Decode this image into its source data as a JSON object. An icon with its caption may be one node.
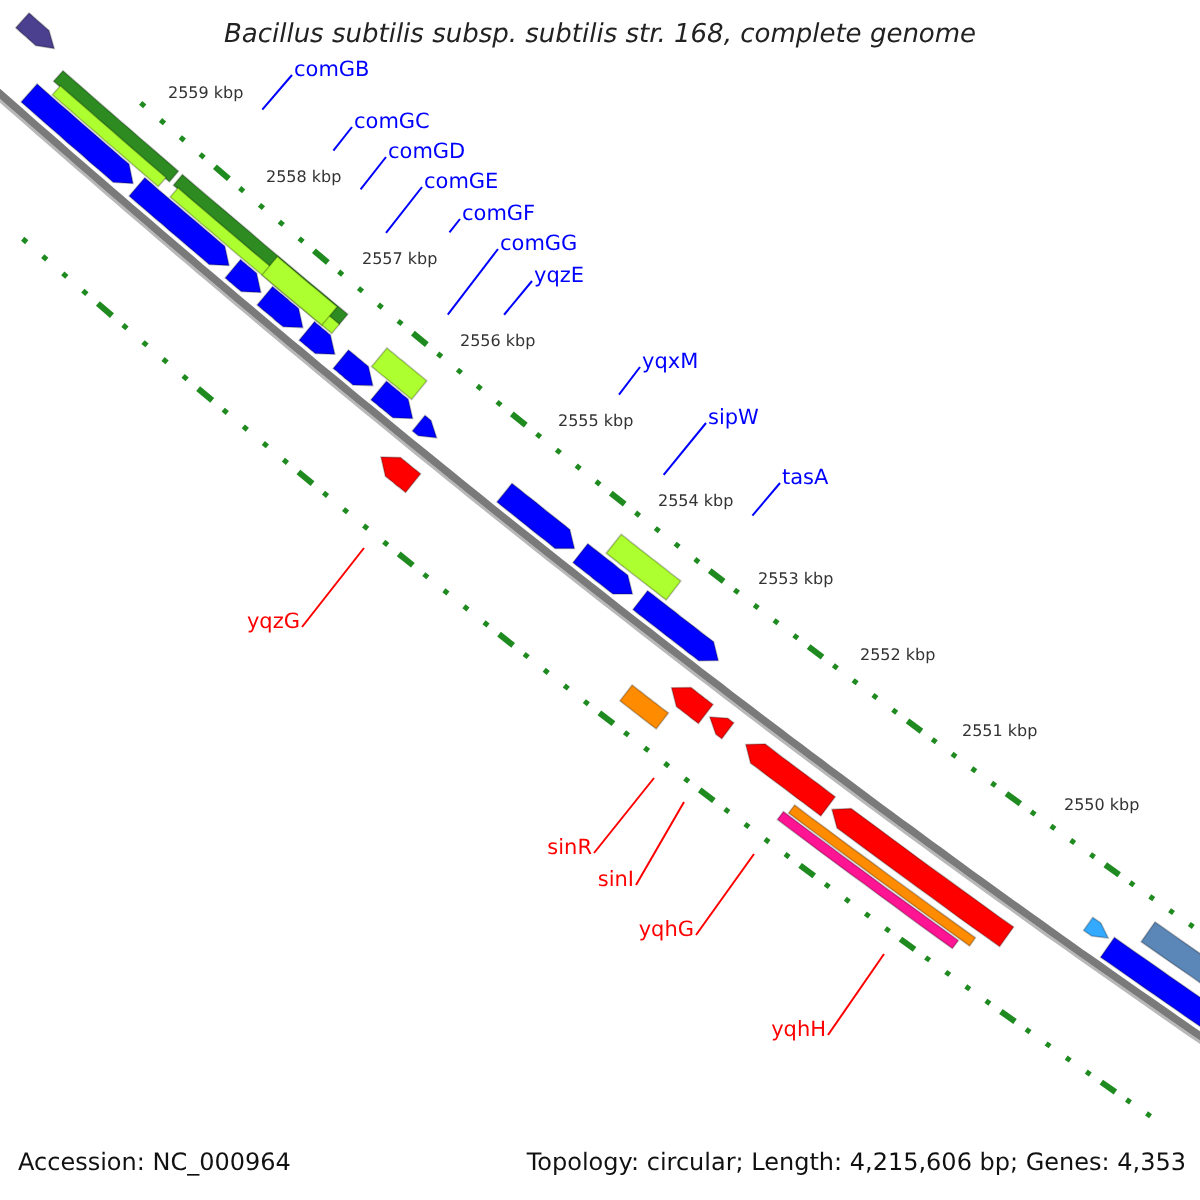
{
  "diagram": {
    "title": "Bacillus subtilis subsp. subtilis str. 168, complete genome",
    "nodes": [
      {
        "text": [
          "comGB"
        ]
      },
      {
        "text": [
          "comGC"
        ]
      },
      {
        "text": [
          "comGD"
        ]
      },
      {
        "text": [
          "comGE"
        ]
      },
      {
        "text": [
          "comGF"
        ]
      },
      {
        "text": [
          "comGG"
        ]
      },
      {
        "text": [
          "yqzE"
        ]
      },
      {
        "text": [
          "yqxM"
        ]
      },
      {
        "text": [
          "sipW"
        ]
      },
      {
        "text": [
          "tasA"
        ]
      },
      {
        "text": [
          "yqzG"
        ]
      },
      {
        "text": [
          "sinR"
        ]
      },
      {
        "text": [
          "sinI"
        ]
      },
      {
        "text": [
          "yqhG"
        ]
      },
      {
        "text": [
          "yqhH"
        ]
      }
    ],
    "edges": [
      {
        "from": 0,
        "to": null,
        "arrow": "none"
      },
      {
        "from": 1,
        "to": null,
        "arrow": "none"
      },
      {
        "from": 2,
        "to": null,
        "arrow": "none"
      },
      {
        "from": 3,
        "to": null,
        "arrow": "none"
      },
      {
        "from": 4,
        "to": null,
        "arrow": "none"
      },
      {
        "from": 5,
        "to": null,
        "arrow": "none"
      },
      {
        "from": 6,
        "to": null,
        "arrow": "none"
      },
      {
        "from": 7,
        "to": null,
        "arrow": "none"
      },
      {
        "from": 8,
        "to": null,
        "arrow": "none"
      },
      {
        "from": 9,
        "to": null,
        "arrow": "none"
      },
      {
        "from": 10,
        "to": null,
        "arrow": "none",
        "color": "#ff0000"
      },
      {
        "from": 11,
        "to": null,
        "arrow": "none",
        "color": "#ff0000"
      },
      {
        "from": 12,
        "to": null,
        "arrow": "none",
        "color": "#ff0000"
      },
      {
        "from": 13,
        "to": null,
        "arrow": "none",
        "color": "#ff0000"
      },
      {
        "from": 14,
        "to": null,
        "arrow": "none",
        "color": "#ff0000"
      }
    ],
    "labels": [
      "2559 kbp",
      "2558 kbp",
      "2557 kbp",
      "2556 kbp",
      "2555 kbp",
      "2554 kbp",
      "2553 kbp",
      "2552 kbp",
      "2551 kbp",
      "2550 kbp",
      "Accession: NC_000964",
      "Topology: circular; Length: 4,215,606 bp; Genes: 4,353"
    ]
  }
}
